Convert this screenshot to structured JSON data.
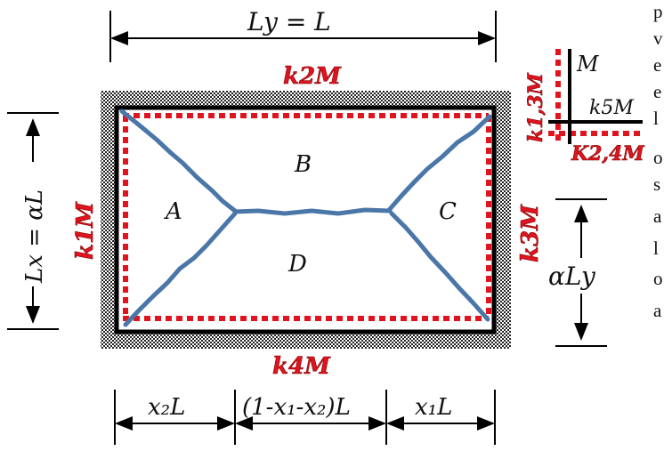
{
  "dimensions": {
    "ly": "Ly = L",
    "lx": "Lx = αL",
    "alpha_ly": "αLy",
    "bottom": [
      "x₂L",
      "(1-x₁-x₂)L",
      "x₁L"
    ]
  },
  "regions": [
    "A",
    "B",
    "C",
    "D"
  ],
  "edge_moments": {
    "top": "k2M",
    "left": "k1M",
    "right": "k3M",
    "bottom": "k4M"
  },
  "legend": {
    "m": "M",
    "k13": "k1,3M",
    "k24": "K2,4M",
    "k5": "k5M"
  },
  "right_text_fragments": [
    "p",
    "v",
    "e",
    "e",
    "l",
    "o",
    "s",
    "a",
    "l",
    "o",
    "a"
  ],
  "colors": {
    "red": "#e0141e",
    "blue": "#4a76a8",
    "black": "#000000",
    "hatch": "#444444"
  }
}
